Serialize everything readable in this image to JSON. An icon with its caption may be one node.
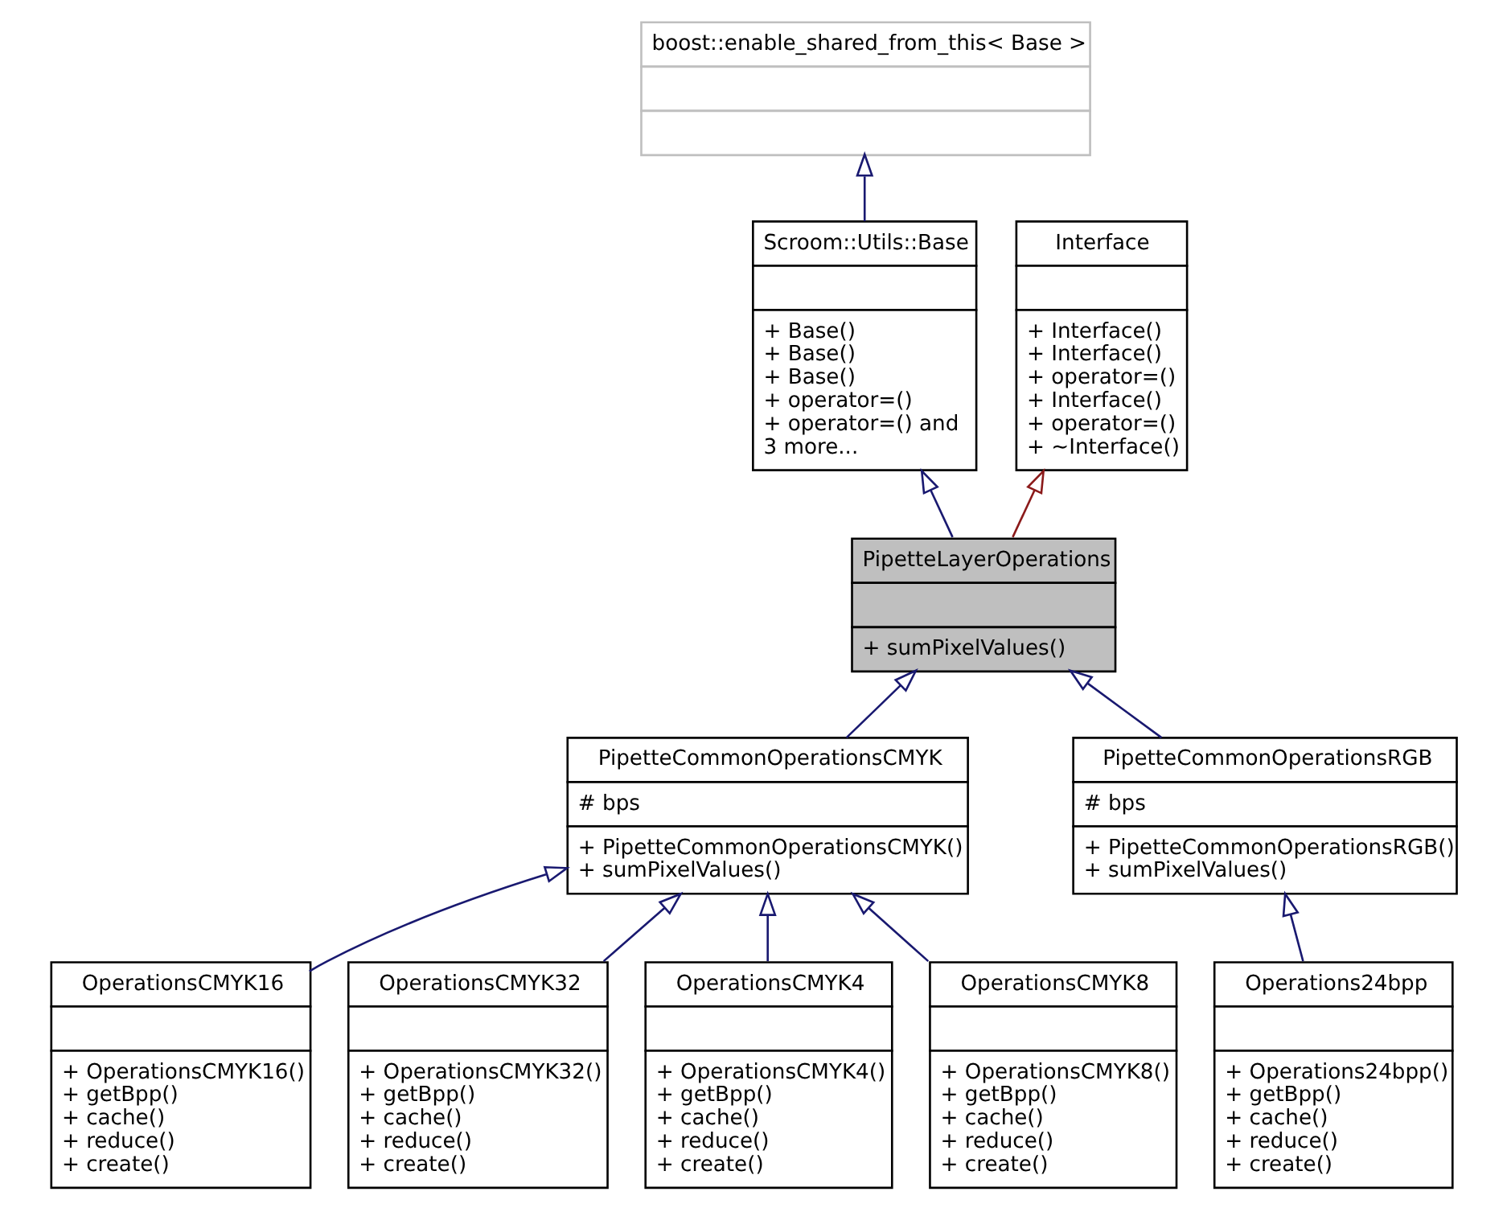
{
  "diagram": {
    "nodes": [
      {
        "text": [
          "boost::enable_shared_from_this< Base >"
        ]
      },
      {
        "text": [
          "Scroom::Utils::Base",
          "+ Base() + Base() + Base() + operator=() + operator=() and 3 more..."
        ]
      },
      {
        "text": [
          "Interface",
          "+ Interface() + Interface() + operator=() + Interface() + operator=() + ~Interface()"
        ]
      },
      {
        "text": [
          "PipetteLayerOperations",
          "+ sumPixelValues()"
        ]
      },
      {
        "text": [
          "PipetteCommonOperationsCMYK",
          "# bps",
          "+ PipetteCommonOperationsCMYK() + sumPixelValues()"
        ]
      },
      {
        "text": [
          "PipetteCommonOperationsRGB",
          "# bps",
          "+ PipetteCommonOperationsRGB() + sumPixelValues()"
        ]
      },
      {
        "text": [
          "OperationsCMYK16",
          "+ OperationsCMYK16() + getBpp() + cache() + reduce() + create()"
        ]
      },
      {
        "text": [
          "OperationsCMYK32",
          "+ OperationsCMYK32() + getBpp() + cache() + reduce() + create()"
        ]
      },
      {
        "text": [
          "OperationsCMYK4",
          "+ OperationsCMYK4() + getBpp() + cache() + reduce() + create()"
        ]
      },
      {
        "text": [
          "OperationsCMYK8",
          "+ OperationsCMYK8() + getBpp() + cache() + reduce() + create()"
        ]
      },
      {
        "text": [
          "Operations24bpp",
          "+ Operations24bpp() + getBpp() + cache() + reduce() + create()"
        ]
      }
    ],
    "edges": [
      {
        "from": 1,
        "to": 0,
        "arrow": "to"
      },
      {
        "from": 3,
        "to": 1,
        "arrow": "to"
      },
      {
        "from": 3,
        "to": 2,
        "arrow": "to",
        "color": "#8b1a1a"
      },
      {
        "from": 4,
        "to": 3,
        "arrow": "to"
      },
      {
        "from": 5,
        "to": 3,
        "arrow": "to"
      },
      {
        "from": 6,
        "to": 4,
        "arrow": "to"
      },
      {
        "from": 7,
        "to": 4,
        "arrow": "to"
      },
      {
        "from": 8,
        "to": 4,
        "arrow": "to"
      },
      {
        "from": 9,
        "to": 4,
        "arrow": "to"
      },
      {
        "from": 10,
        "to": 5,
        "arrow": "to"
      }
    ]
  }
}
